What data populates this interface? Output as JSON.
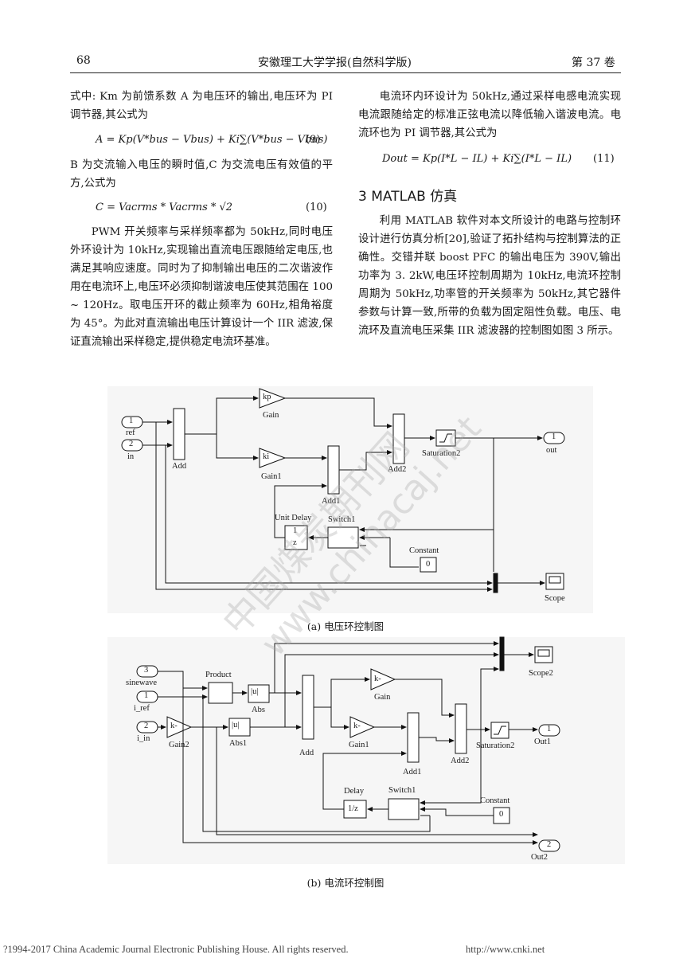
{
  "header": {
    "page_number": "68",
    "journal": "安徽理工大学学报(自然科学版)",
    "volume": "第 37 卷"
  },
  "left_column": {
    "p1": "式中: Km 为前馈系数 A 为电压环的输出,电压环为 PI 调节器,其公式为",
    "eq9": "A = Kp(V*bus − Vbus) + Ki∑(V*bus − Vbus)",
    "eq9_no": "(9)",
    "p2": "B 为交流输入电压的瞬时值,C 为交流电压有效值的平方,公式为",
    "eq10": "C = Vacrms * Vacrms * √2",
    "eq10_no": "(10)",
    "p3": "PWM 开关频率与采样频率都为 50kHz,同时电压外环设计为 10kHz,实现输出直流电压跟随给定电压,也满足其响应速度。同时为了抑制输出电压的二次谐波作用在电流环上,电压环必须抑制谐波电压使其范围在 100 ~ 120Hz。取电压开环的截止频率为 60Hz,相角裕度为 45°。为此对直流输出电压计算设计一个 IIR 滤波,保证直流输出采样稳定,提供稳定电流环基准。"
  },
  "right_column": {
    "p1": "电流环内环设计为 50kHz,通过采样电感电流实现电流跟随给定的标准正弦电流以降低输入谐波电流。电流环也为 PI 调节器,其公式为",
    "eq11": "Dout = Kp(I*L − IL) + Ki∑(I*L − IL)",
    "eq11_no": "(11)",
    "section_title": "3   MATLAB 仿真",
    "p2": "利用 MATLAB 软件对本文所设计的电路与控制环设计进行仿真分析[20],验证了拓扑结构与控制算法的正确性。交错并联 boost PFC 的输出电压为 390V,输出功率为 3. 2kW,电压环控制周期为 10kHz,电流环控制周期为 50kHz,功率管的开关频率为 50kHz,其它器件参数与计算一致,所带的负载为固定阻性负载。电压、电流环及直流电压采集 IIR 滤波器的控制图如图 3 所示。"
  },
  "figure_a": {
    "in1_num": "1",
    "in1_name": "ref",
    "in2_num": "2",
    "in2_name": "in",
    "add": "Add",
    "gain_kp": "kp",
    "gain_lbl": "Gain",
    "gain_ki": "ki",
    "gain1_lbl": "Gain1",
    "add1": "Add1",
    "add2": "Add2",
    "saturation": "Saturation2",
    "out_num": "1",
    "out_name": "out",
    "unit_delay": "Unit Delay",
    "unit_delay_num": "1",
    "unit_delay_den": "z",
    "switch": "Switch1",
    "constant": "Constant",
    "const_val": "0",
    "scope": "Scope",
    "caption": "(a) 电压环控制图"
  },
  "figure_b": {
    "in3_num": "3",
    "in3_name": "sinewave",
    "in1_num": "1",
    "in1_name": "i_ref",
    "in2_num": "2",
    "in2_name": "i_in",
    "product": "Product",
    "abs": "Abs",
    "abs1": "Abs1",
    "gain2": "Gain2",
    "gain": "Gain",
    "gain1": "Gain1",
    "k_label": "k-",
    "add": "Add",
    "add1": "Add1",
    "add2": "Add2",
    "delay": "Delay",
    "delay_val": "1/z",
    "switch": "Switch1",
    "constant": "Constant",
    "const_val": "0",
    "scope2": "Scope2",
    "saturation": "Saturation2",
    "out1_num": "1",
    "out1_name": "Out1",
    "out2_num": "2",
    "out2_name": "Out2",
    "abs_glyph": "|u|",
    "caption": "(b) 电流环控制图"
  },
  "watermark": {
    "line1": "中国煤炭期刊网",
    "line2": "www.chinacaj.net"
  },
  "footer": {
    "copyright": "?1994-2017 China Academic Journal Electronic Publishing House. All rights reserved.",
    "url": "http://www.cnki.net"
  }
}
